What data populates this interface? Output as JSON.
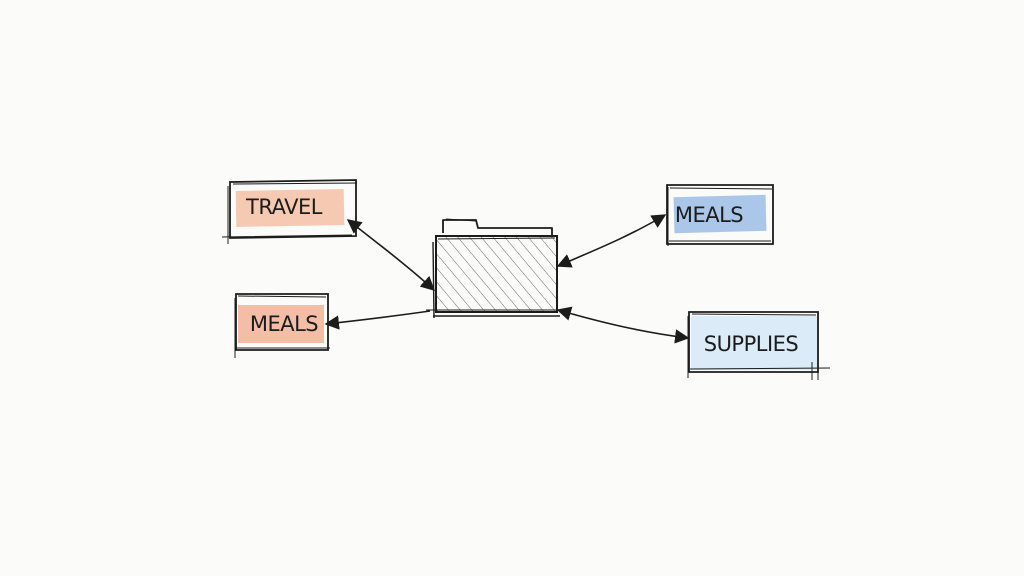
{
  "diagram": {
    "center_node": {
      "name": "folder",
      "icon": "folder-icon"
    },
    "nodes": [
      {
        "id": "travel",
        "label": "TRAVEL",
        "highlight": "#f4b99a"
      },
      {
        "id": "meals-left",
        "label": "MEALS",
        "highlight": "#f2a889"
      },
      {
        "id": "meals-right",
        "label": "MEALS",
        "highlight": "#8fb6e3"
      },
      {
        "id": "supplies",
        "label": "SUPPLIES",
        "highlight": "#d8e9f7"
      }
    ],
    "colors": {
      "ink": "#1c1c1c",
      "background": "#fbfbfa"
    }
  }
}
